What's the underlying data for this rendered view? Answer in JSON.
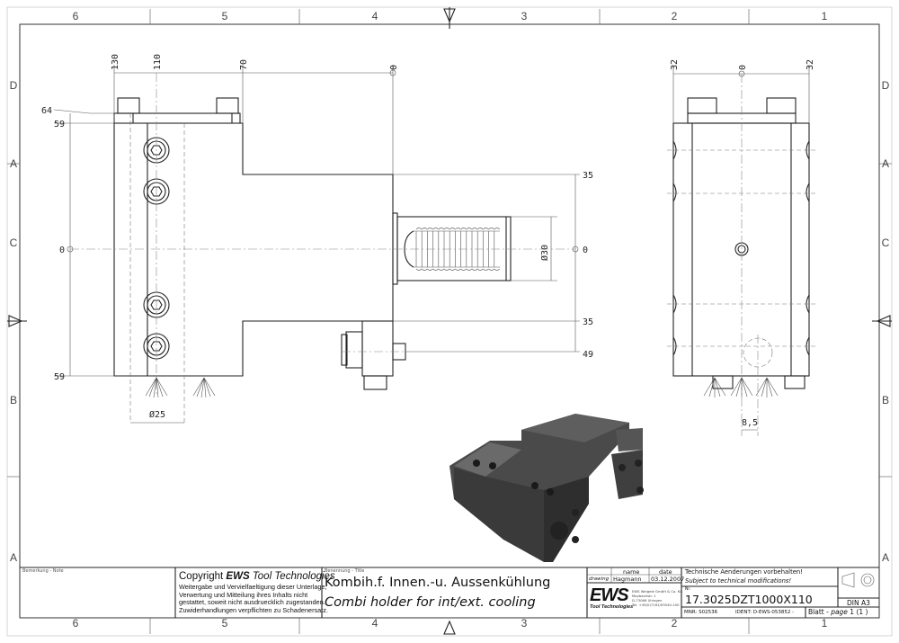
{
  "zones": {
    "columns": [
      "6",
      "5",
      "4",
      "3",
      "2",
      "1"
    ],
    "rows_left": [
      "D",
      "A",
      "C",
      "B",
      "A"
    ],
    "rows_right": [
      "D",
      "A",
      "C",
      "B",
      "A"
    ]
  },
  "dimensions": {
    "front_top": [
      "130",
      "110",
      "70",
      "0"
    ],
    "front_left": [
      "64",
      "59",
      "0",
      "59"
    ],
    "front_right": [
      "35",
      "0",
      "35",
      "49"
    ],
    "shank_diameter": "Ø30",
    "coolant_diameter": "Ø25",
    "side_top": [
      "32",
      "0",
      "32"
    ],
    "side_bottom": "8,5"
  },
  "title_block": {
    "note_label": "Bemerkung - Note",
    "copyright_prefix": "Copyright ",
    "copyright_brand": "EWS",
    "copyright_suffix": " Tool Technologies",
    "copyright_lines": [
      "Weitergabe und Vervielfaeltigung dieser Unterlage,",
      "Verwertung und Mitteilung ihres Inhalts nicht",
      "gestattet, soweit nicht ausdruecklich zugestanden.",
      "Zuwiderhandlungen verpflichten zu Schadenersatz."
    ],
    "title_label": "Benennung - Title",
    "title_de": "Kombih.f. Innen.-u. Aussenkühlung",
    "title_en": "Combi holder for int/ext. cooling",
    "name_header": "name",
    "date_header": "date",
    "drawing_label": "drawing",
    "drawer_name": "Hagmann",
    "drawing_date": "03.12.2007",
    "logo_text": "EWS",
    "logo_subtext": "Tool Technologies",
    "company_lines": [
      "EWS Weigele GmbH & Co. KG",
      "Maybachstr. 1",
      "D-73066 Uhingen",
      "Tel. +49(0)7161/93040-100"
    ],
    "changes_de": "Technische Aenderungen vorbehalten!",
    "changes_en": "Subject to technical modifications!",
    "nr_label": "Nr.",
    "part_number": "17.3025DZT1000X110",
    "mnr": "MNR: S02536",
    "ident": "IDENT: D-EWS-053852 -",
    "sheet_label": "Blatt - ",
    "sheet_page_word": "page",
    "sheet_value": " 1 (1 )",
    "format": "DIN A3"
  }
}
